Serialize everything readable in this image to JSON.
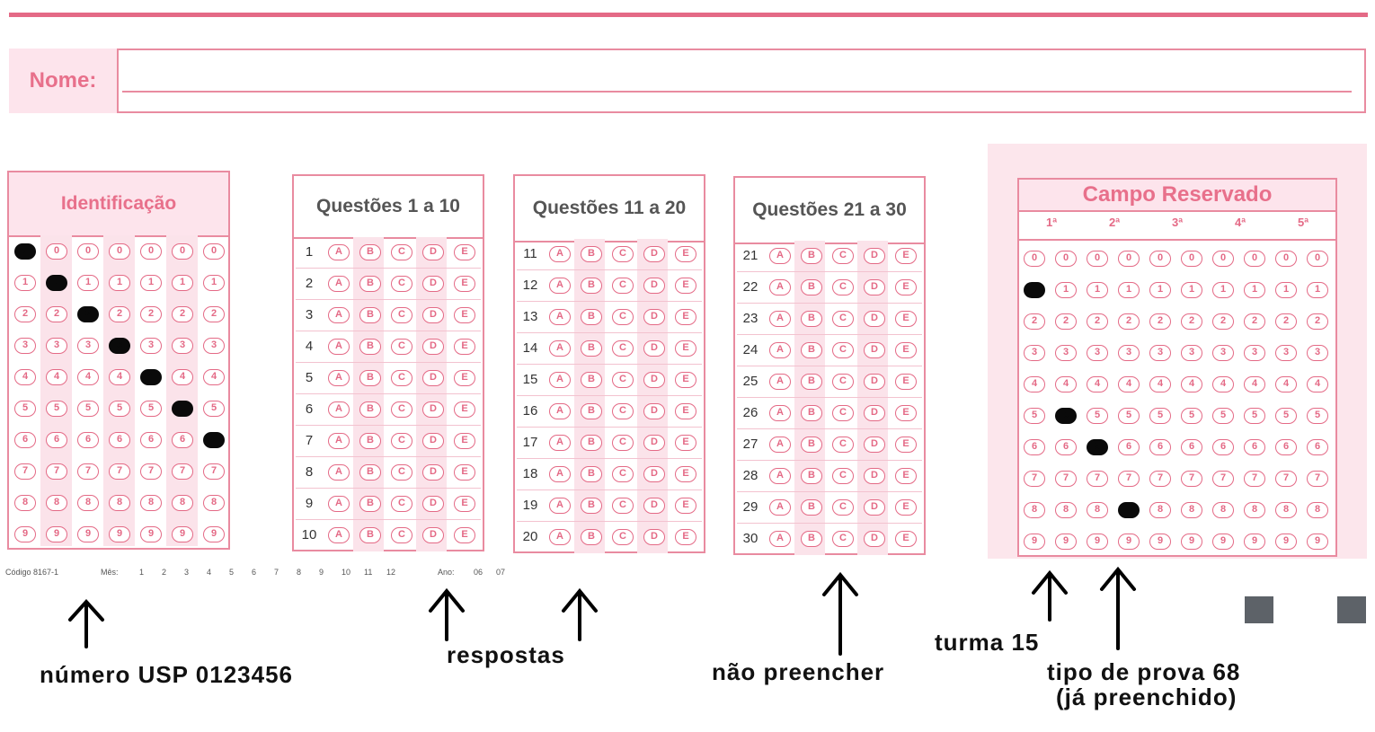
{
  "form": {
    "name_label": "Nome:",
    "id_title": "Identificação",
    "q_titles": [
      "Questões 1 a 10",
      "Questões 11 a 20",
      "Questões 21 a 30"
    ],
    "reserved_title": "Campo Reservado",
    "reserved_cols": [
      "1ª",
      "2ª",
      "3ª",
      "4ª",
      "5ª"
    ],
    "choices": [
      "A",
      "B",
      "C",
      "D",
      "E"
    ],
    "digits": [
      "0",
      "1",
      "2",
      "3",
      "4",
      "5",
      "6",
      "7",
      "8",
      "9"
    ],
    "id_filled": [
      0,
      1,
      2,
      3,
      4,
      5,
      6
    ],
    "reserved_filled": [
      1,
      5,
      6,
      8
    ]
  },
  "footer": {
    "code": "Código 8167-1",
    "month_label": "Mês:",
    "months": [
      "1",
      "2",
      "3",
      "4",
      "5",
      "6",
      "7",
      "8",
      "9",
      "10",
      "11",
      "12"
    ],
    "year_label": "Ano:",
    "years": [
      "06",
      "07"
    ]
  },
  "annotations": {
    "numero_usp": "número USP 0123456",
    "respostas": "respostas",
    "nao_preencher": "não preencher",
    "turma": "turma 15",
    "tipo_prova_line1": "tipo de prova 68",
    "tipo_prova_line2": "(já preenchido)"
  }
}
